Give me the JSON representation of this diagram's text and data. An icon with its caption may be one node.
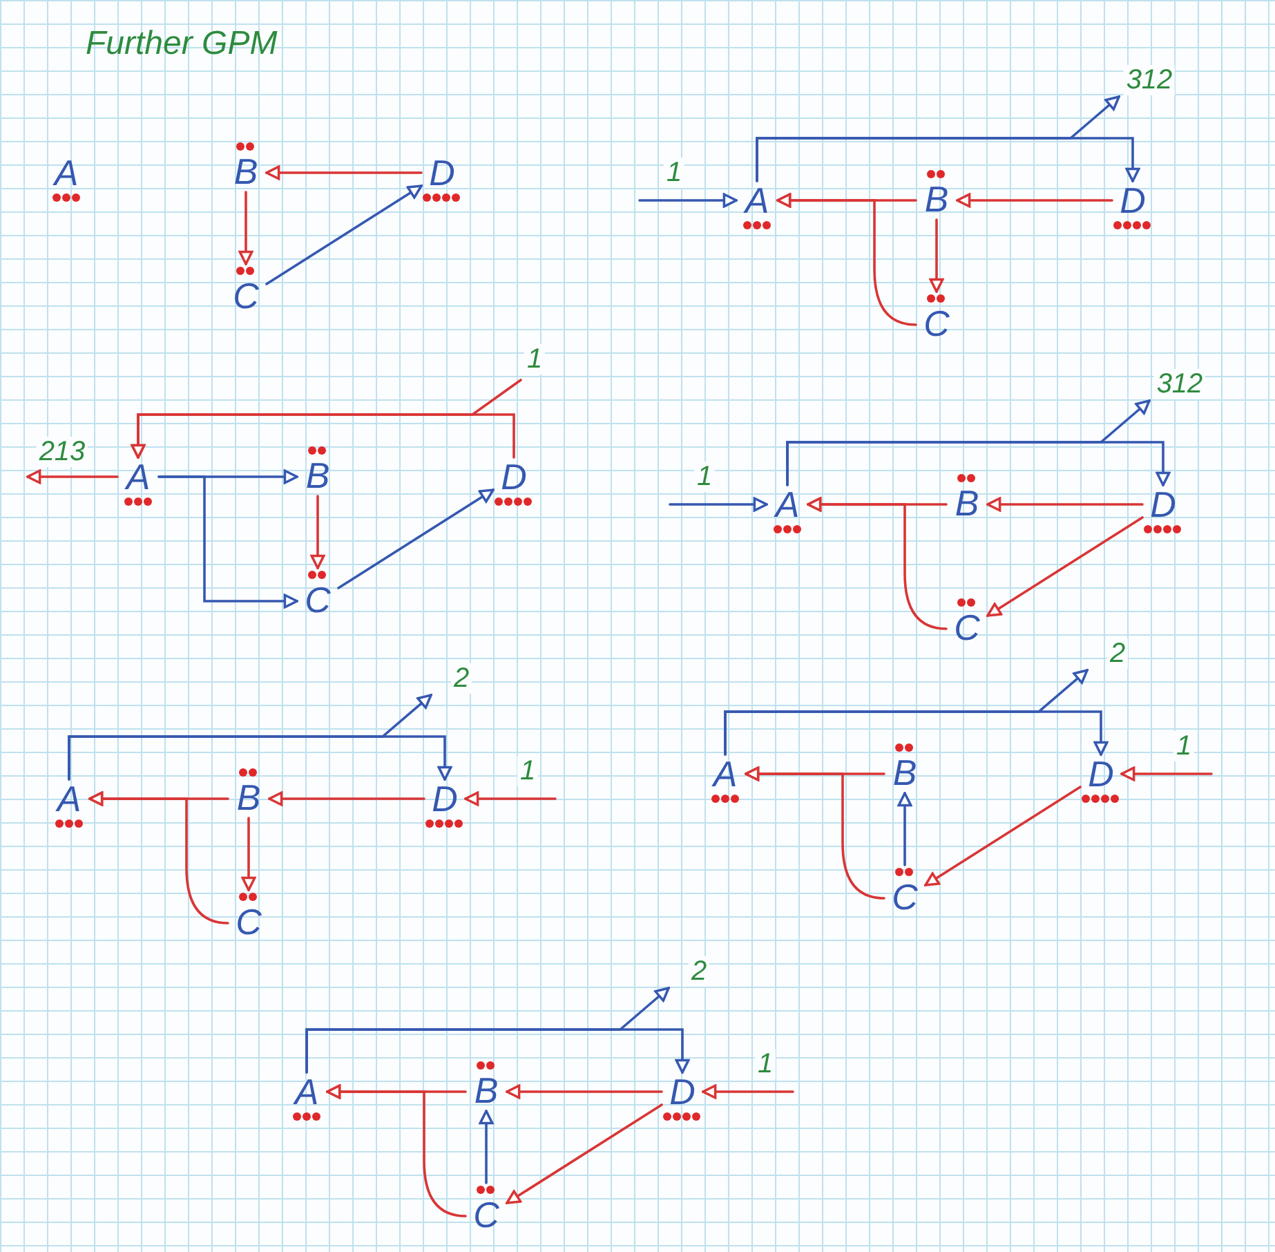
{
  "diagram": {
    "title": "Further GPM",
    "nodes": [
      {
        "text": [
          "A"
        ]
      },
      {
        "text": [
          "B"
        ]
      },
      {
        "text": [
          "C"
        ]
      },
      {
        "text": [
          "D"
        ]
      },
      {
        "text": [
          "A"
        ]
      },
      {
        "text": [
          "B"
        ]
      },
      {
        "text": [
          "C"
        ]
      },
      {
        "text": [
          "D"
        ]
      },
      {
        "text": [
          "A"
        ]
      },
      {
        "text": [
          "B"
        ]
      },
      {
        "text": [
          "C"
        ]
      },
      {
        "text": [
          "D"
        ]
      },
      {
        "text": [
          "A"
        ]
      },
      {
        "text": [
          "B"
        ]
      },
      {
        "text": [
          "C"
        ]
      },
      {
        "text": [
          "D"
        ]
      },
      {
        "text": [
          "A"
        ]
      },
      {
        "text": [
          "B"
        ]
      },
      {
        "text": [
          "C"
        ]
      },
      {
        "text": [
          "D"
        ]
      },
      {
        "text": [
          "A"
        ]
      },
      {
        "text": [
          "B"
        ]
      },
      {
        "text": [
          "C"
        ]
      },
      {
        "text": [
          "D"
        ]
      },
      {
        "text": [
          "A"
        ]
      },
      {
        "text": [
          "B"
        ]
      },
      {
        "text": [
          "C"
        ]
      },
      {
        "text": [
          "D"
        ]
      }
    ],
    "edges": [
      {
        "from": 3,
        "to": 1,
        "arrow": "to"
      },
      {
        "from": 1,
        "to": 2,
        "arrow": "to"
      },
      {
        "from": 2,
        "to": 3,
        "arrow": "to",
        "color": "#3558b0"
      },
      {
        "from": null,
        "to": 4,
        "arrow": "to",
        "label": "1",
        "color": "#3558b0"
      },
      {
        "from": 4,
        "to": 7,
        "arrow": "to",
        "color": "#3558b0"
      },
      {
        "from": 4,
        "to": null,
        "arrow": "to",
        "label": "312",
        "color": "#3558b0"
      },
      {
        "from": 7,
        "to": 5,
        "arrow": "to"
      },
      {
        "from": 5,
        "to": 4,
        "arrow": "to"
      },
      {
        "from": 6,
        "to": 4,
        "arrow": "to"
      },
      {
        "from": 5,
        "to": 6,
        "arrow": "to"
      },
      {
        "from": 11,
        "to": 8,
        "arrow": "to"
      },
      {
        "from": null,
        "to": 8,
        "arrow": "to",
        "label": "1"
      },
      {
        "from": 8,
        "to": null,
        "arrow": "to",
        "label": "213"
      },
      {
        "from": 8,
        "to": 9,
        "arrow": "to",
        "color": "#3558b0"
      },
      {
        "from": 8,
        "to": 10,
        "arrow": "to",
        "color": "#3558b0"
      },
      {
        "from": 9,
        "to": 10,
        "arrow": "to"
      },
      {
        "from": 10,
        "to": 11,
        "arrow": "to",
        "color": "#3558b0"
      },
      {
        "from": null,
        "to": 12,
        "arrow": "to",
        "label": "1",
        "color": "#3558b0"
      },
      {
        "from": 12,
        "to": 15,
        "arrow": "to",
        "color": "#3558b0"
      },
      {
        "from": 12,
        "to": null,
        "arrow": "to",
        "label": "312",
        "color": "#3558b0"
      },
      {
        "from": 15,
        "to": 13,
        "arrow": "to"
      },
      {
        "from": 13,
        "to": 12,
        "arrow": "to"
      },
      {
        "from": 14,
        "to": 12,
        "arrow": "to"
      },
      {
        "from": 15,
        "to": 14,
        "arrow": "to"
      },
      {
        "from": 16,
        "to": 19,
        "arrow": "to",
        "color": "#3558b0"
      },
      {
        "from": 16,
        "to": null,
        "arrow": "to",
        "label": "2",
        "color": "#3558b0"
      },
      {
        "from": 19,
        "to": 17,
        "arrow": "to"
      },
      {
        "from": 17,
        "to": 16,
        "arrow": "to"
      },
      {
        "from": 18,
        "to": 16,
        "arrow": "to"
      },
      {
        "from": 17,
        "to": 18,
        "arrow": "to"
      },
      {
        "from": null,
        "to": 19,
        "arrow": "to",
        "label": "1"
      },
      {
        "from": 20,
        "to": 23,
        "arrow": "to",
        "color": "#3558b0"
      },
      {
        "from": 20,
        "to": null,
        "arrow": "to",
        "label": "2",
        "color": "#3558b0"
      },
      {
        "from": 21,
        "to": 20,
        "arrow": "to"
      },
      {
        "from": 22,
        "to": 20,
        "arrow": "to"
      },
      {
        "from": 22,
        "to": 21,
        "arrow": "to",
        "color": "#3558b0"
      },
      {
        "from": null,
        "to": 23,
        "arrow": "to",
        "label": "1"
      },
      {
        "from": 23,
        "to": 22,
        "arrow": "to"
      },
      {
        "from": 24,
        "to": 27,
        "arrow": "to",
        "color": "#3558b0"
      },
      {
        "from": 24,
        "to": null,
        "arrow": "to",
        "label": "2",
        "color": "#3558b0"
      },
      {
        "from": 27,
        "to": 25,
        "arrow": "to"
      },
      {
        "from": 25,
        "to": 24,
        "arrow": "to"
      },
      {
        "from": 26,
        "to": 24,
        "arrow": "to"
      },
      {
        "from": 26,
        "to": 25,
        "arrow": "to",
        "color": "#3558b0"
      },
      {
        "from": null,
        "to": 27,
        "arrow": "to",
        "label": "1"
      },
      {
        "from": 27,
        "to": 26,
        "arrow": "to"
      }
    ]
  }
}
